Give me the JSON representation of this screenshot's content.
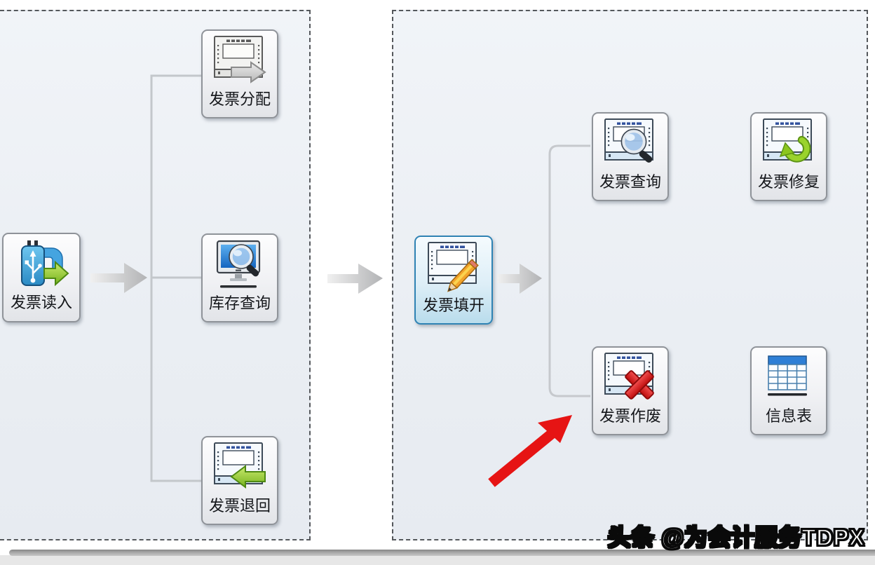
{
  "diagram": {
    "left_panel": {
      "source": {
        "label": "发票读入",
        "icon": "usb-import-icon"
      },
      "branches": [
        {
          "label": "发票分配",
          "icon": "invoice-distribute-icon"
        },
        {
          "label": "库存查询",
          "icon": "inventory-query-icon"
        },
        {
          "label": "发票退回",
          "icon": "invoice-return-icon"
        }
      ]
    },
    "right_panel": {
      "source": {
        "label": "发票填开",
        "icon": "invoice-fill-icon",
        "highlighted": true
      },
      "branches": [
        {
          "label": "发票查询",
          "icon": "invoice-query-icon"
        },
        {
          "label": "发票修复",
          "icon": "invoice-repair-icon"
        },
        {
          "label": "发票作废",
          "icon": "invoice-void-icon",
          "annotated_by_red_arrow": true
        },
        {
          "label": "信息表",
          "icon": "info-table-icon"
        }
      ],
      "red_arrow_target": "发票作废"
    }
  },
  "watermark": {
    "text": "头条 @为会计服务TDPX"
  },
  "colors": {
    "panel_background": "#eef1f6",
    "panel_dash_border": "#54575b",
    "highlight_blue": "#2f83b4",
    "connector_gray": "#c3c7cb",
    "flow_arrow_gray": "#bcbdbf",
    "annotation_red": "#e61414",
    "action_green": "#8cc61e"
  }
}
